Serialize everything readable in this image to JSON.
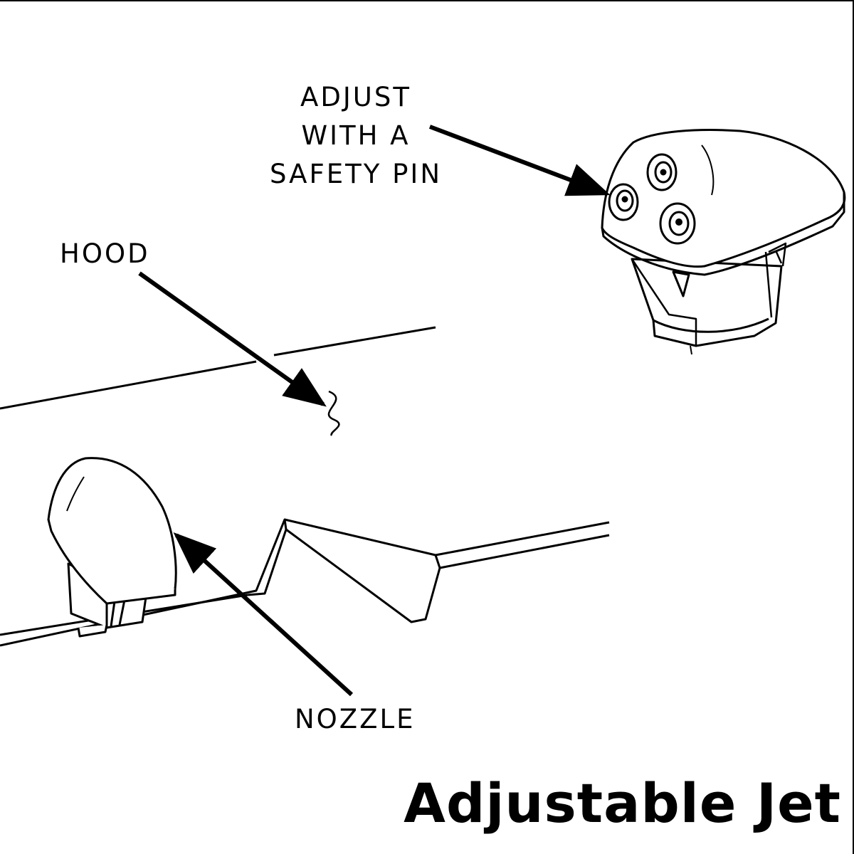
{
  "title": "Adjustable Jet",
  "labels": {
    "adjust_line1": "ADJUST",
    "adjust_line2": "WITH A",
    "adjust_line3": "SAFETY PIN",
    "hood": "HOOD",
    "nozzle": "NOZZLE"
  },
  "colors": {
    "ink": "#000000",
    "background": "#ffffff"
  }
}
